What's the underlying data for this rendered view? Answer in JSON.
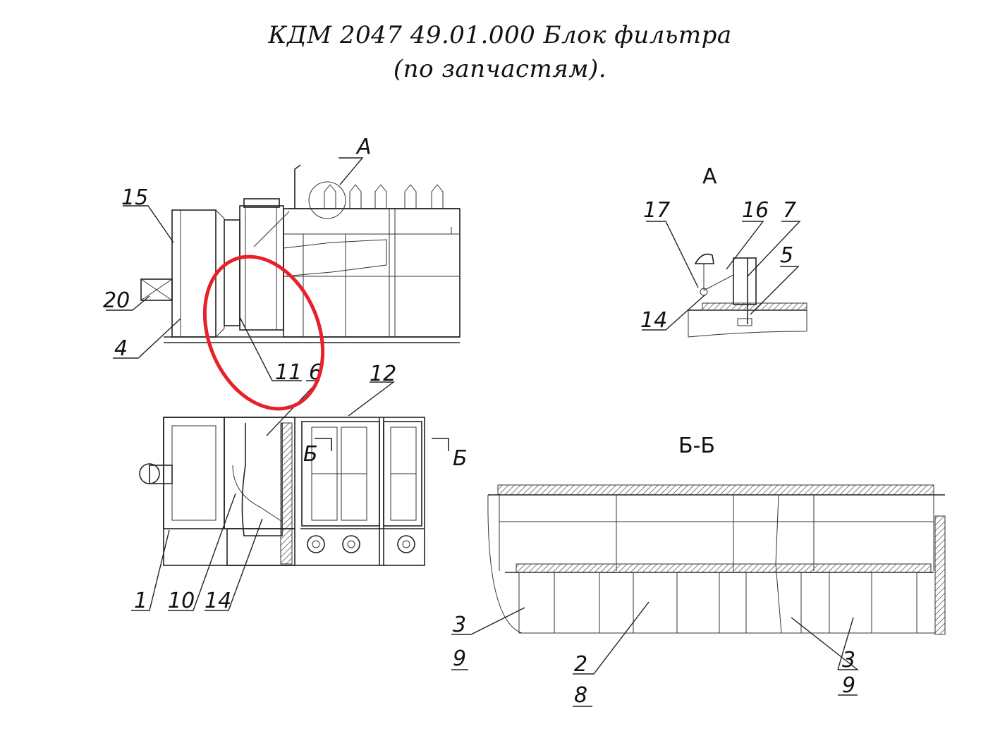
{
  "title": {
    "line1": "КДМ 2047 49.01.000 Блок фильтра",
    "line2": "(по запчастям)."
  },
  "views": {
    "detail_a": {
      "title": "А",
      "callout": "А"
    },
    "section_bb": {
      "title": "Б-Б",
      "marker_left": "Б",
      "marker_right": "Б"
    }
  },
  "callouts": {
    "c15": "15",
    "c20": "20",
    "c4": "4",
    "c11": "11",
    "c6": "6",
    "c12": "12",
    "c1": "1",
    "c10": "10",
    "c14": "14",
    "c17": "17",
    "c16": "16",
    "c7": "7",
    "c5": "5",
    "c14a": "14",
    "c3a": "3",
    "c9a": "9",
    "c2": "2",
    "c8": "8",
    "c3b": "3",
    "c9b": "9"
  },
  "highlight": {
    "color": "#e8202a",
    "target": "11"
  },
  "colors": {
    "line": "#222222",
    "background": "#ffffff"
  }
}
